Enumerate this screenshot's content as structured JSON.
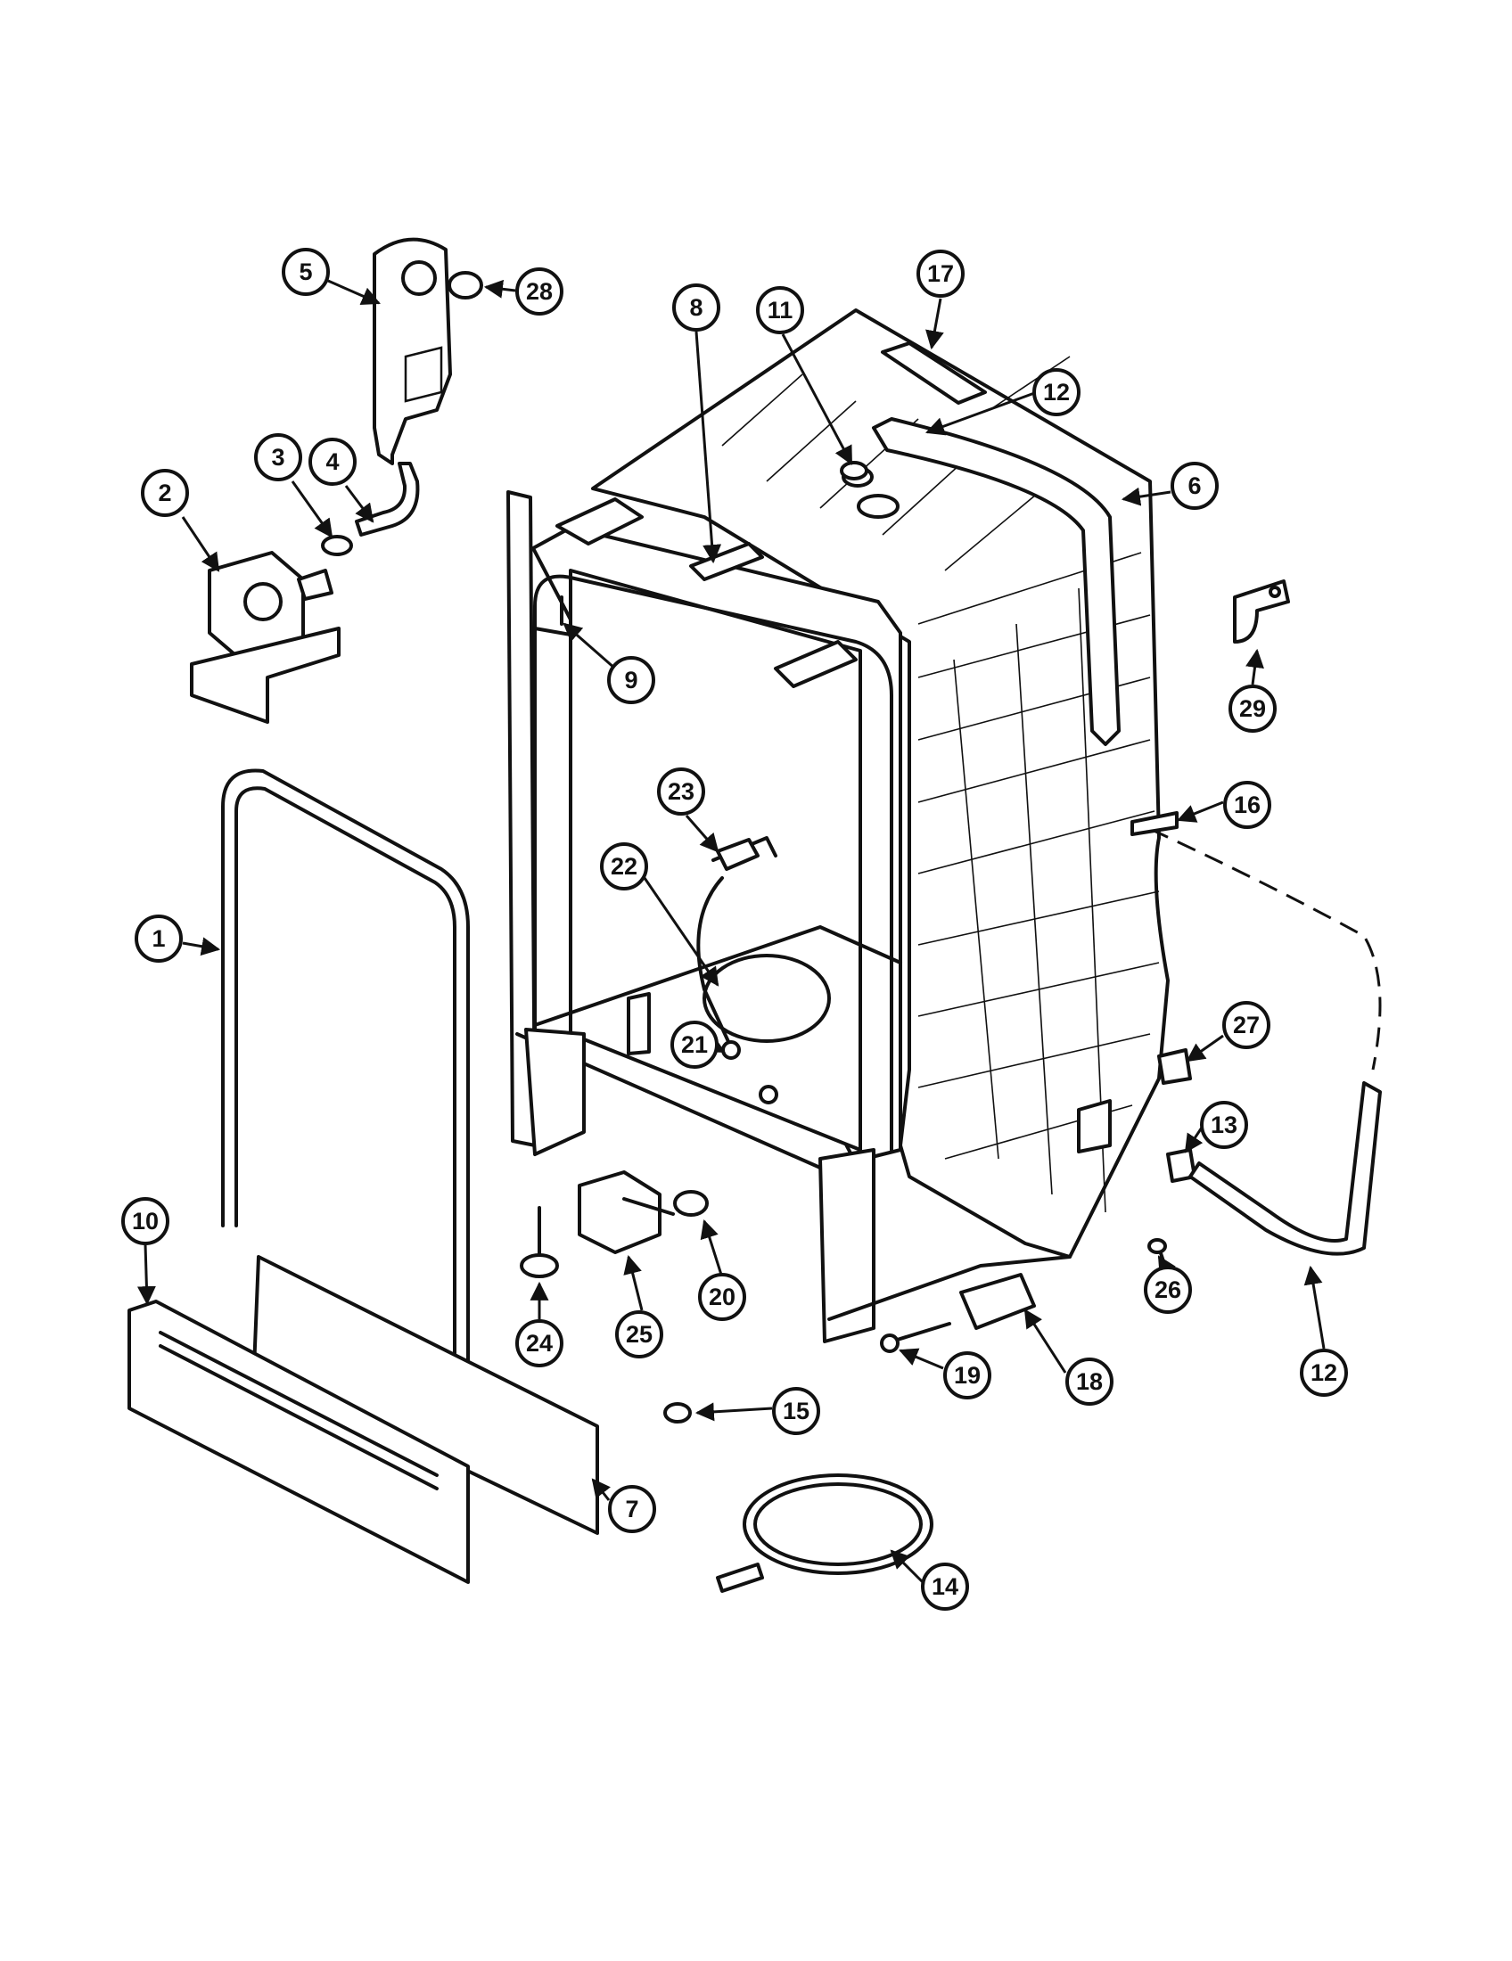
{
  "callouts": [
    "1",
    "2",
    "3",
    "4",
    "5",
    "6",
    "7",
    "8",
    "9",
    "10",
    "11",
    "12",
    "12",
    "13",
    "14",
    "15",
    "16",
    "17",
    "18",
    "19",
    "20",
    "21",
    "22",
    "23",
    "24",
    "25",
    "26",
    "27",
    "28",
    "29"
  ],
  "colors": {
    "ink": "#111111",
    "paper": "#ffffff"
  }
}
